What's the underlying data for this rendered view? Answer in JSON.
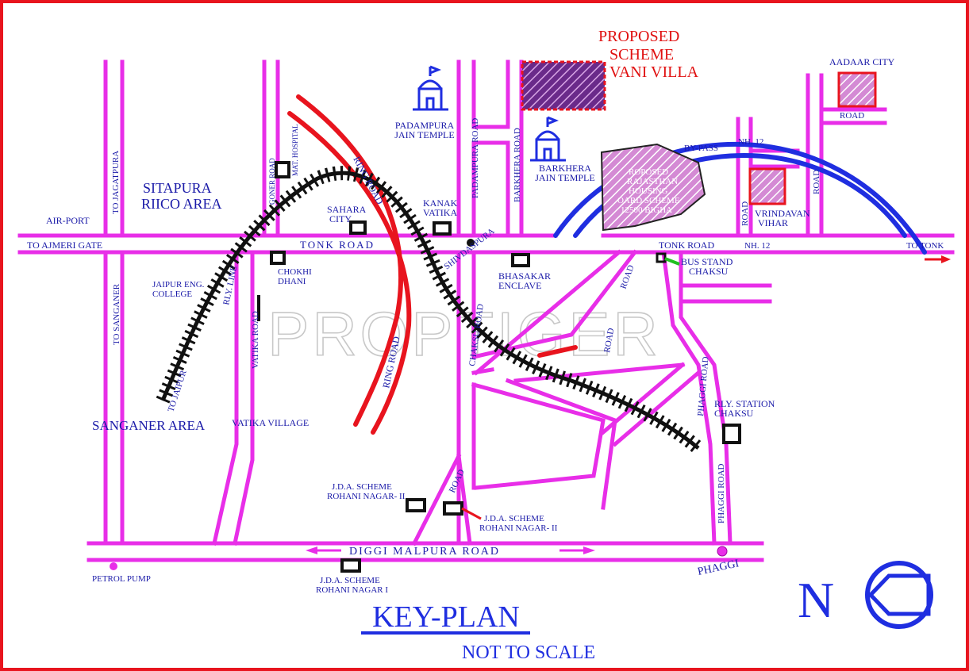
{
  "title": "KEY-PLAN",
  "subtitle": "NOT TO SCALE",
  "watermark": "PROPTIGER",
  "compass_letter": "N",
  "colors": {
    "frame": "#e8141e",
    "road": "#e82ee8",
    "ring_road": "#e8141e",
    "bypass": "#1f2ee0",
    "railway": "#111111",
    "label": "#1a1aa8",
    "highlight": "#e01010"
  },
  "project": {
    "line1": "PROPOSED",
    "line2": "SCHEME",
    "line3": "VANI VILLA"
  },
  "labels": {
    "aadaar_city": "AADAAR CITY",
    "road_top_right": "ROAD",
    "road_right_vertical": "ROAD",
    "bypass": "BY-PASS",
    "nh12_top": "NH. 12",
    "rhb_line1": "ROPOSED",
    "rhb_line2": "RAJASTHAN",
    "rhb_line3": "HOUSING",
    "rhb_line4": "OARD SCHEME",
    "rhb_line5": "12500 BIGHA",
    "vrindavan_line1": "VRINDAVAN",
    "vrindavan_line2": "VIHAR",
    "road_vrindavan": "ROAD",
    "padampura_temple_line1": "PADAMPURA",
    "padampura_temple_line2": "JAIN TEMPLE",
    "barkhera_temple_line1": "BARKHERA",
    "barkhera_temple_line2": "JAIN TEMPLE",
    "padampura_road": "PADAMPURA ROAD",
    "barkhera_road": "BARKHERA ROAD",
    "sitapura_line1": "SITAPURA",
    "sitapura_line2": "RIICO AREA",
    "to_jagatpura": "TO JAGATPURA",
    "air_port": "AIR-PORT",
    "to_ajmeri_gate": "TO AJMERI GATE",
    "goner_road": "GONER ROAD",
    "mat_hospital": "MAT. HOSPITAL",
    "sahara_line1": "SAHARA",
    "sahara_line2": "CITY",
    "kanak_line1": "KANAK",
    "kanak_line2": "VATIKA",
    "ring_road_top": "RING ROAD",
    "tonk_road_left": "TONK ROAD",
    "shivdaspura": "SHIVDASPURA",
    "tonk_road_right": "TONK ROAD",
    "nh12_right": "NH. 12",
    "to_tonk": "TO TONK",
    "bus_stand_line1": "BUS STAND",
    "bus_stand_line2": "CHAKSU",
    "bhasakar_line1": "BHASAKAR",
    "bhasakar_line2": "ENCLAVE",
    "chokhi_line1": "CHOKHI",
    "chokhi_line2": "DHANI",
    "rly_line": "RLY. LINE",
    "jaipur_eng_line1": "JAIPUR ENG.",
    "jaipur_eng_line2": "COLLEGE",
    "to_sanganer": "TO SANGANER",
    "vatika_road": "VATIKA ROAD",
    "ring_road_bottom": "RING ROAD",
    "chaksu_road": "CHAKSU ROAD",
    "road_mid1": "ROAD",
    "road_mid2": "ROAD",
    "to_jaipur": "TO JAIPUR",
    "sanganer_area": "SANGANER AREA",
    "vatika_village": "VATIKA VILLAGE",
    "phaggi_road_upper": "PHAGGI ROAD",
    "rly_station_line1": "RLY. STATION",
    "rly_station_line2": "CHAKSU",
    "phaggi_road_lower": "PHAGGI ROAD",
    "road_bottom_vertical": "ROAD",
    "jda_mid_line1": "J.D.A. SCHEME",
    "jda_mid_line2": "ROHANI NAGAR- II",
    "jda_right_line1": "J.D.A. SCHEME",
    "jda_right_line2": "ROHANI NAGAR- II",
    "diggi_malpura_road": "DIGGI MALPURA ROAD",
    "phaggi": "PHAGGI",
    "petrol_pump": "PETROL PUMP",
    "jda_bottom_line1": "J.D.A. SCHEME",
    "jda_bottom_line2": "ROHANI NAGAR I"
  }
}
